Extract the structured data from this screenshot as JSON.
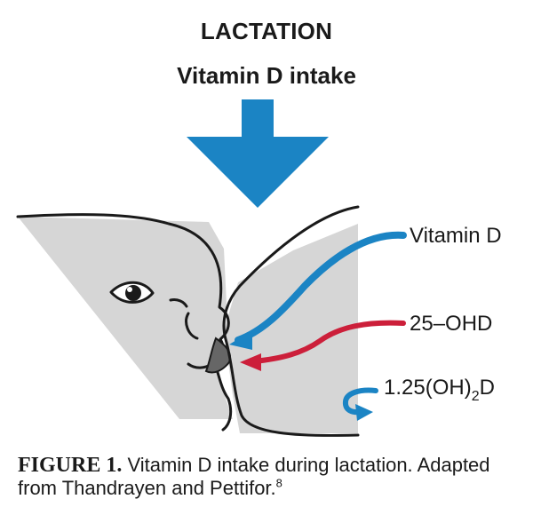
{
  "header": {
    "title": "LACTATION",
    "subtitle": "Vitamin D intake"
  },
  "labels": {
    "vitamin_d": "Vitamin D",
    "ohd_25": "25–OHD",
    "dihydroxy_prefix": "1.25(OH)",
    "dihydroxy_sub": "2",
    "dihydroxy_suffix": "D"
  },
  "caption": {
    "label": "FIGURE 1.",
    "text": " Vitamin D intake during lactation. Adapted from Thandrayen and Pettifor.",
    "ref": "8"
  },
  "colors": {
    "down_arrow": "#1b84c4",
    "vitamin_d_arrow": "#1b84c4",
    "ohd_arrow": "#cc1f3a",
    "dihydroxy_arrow": "#1b84c4",
    "shading": "#d6d6d6",
    "outline": "#1a1a1a"
  }
}
